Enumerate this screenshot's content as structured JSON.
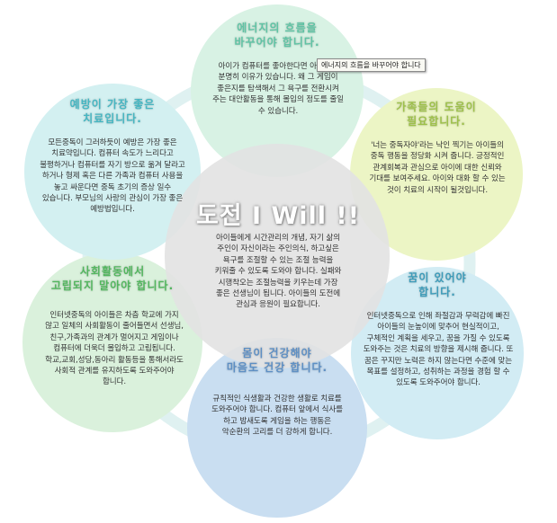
{
  "center": {
    "title": "도전 I Will !!",
    "text": "아이들에게 시간관리의 개념, 자기 삶의 주인이 자신이라는 주인의식, 하고싶은 욕구를 조절할 수 있는 조절 능력을 키워줄 수 있도록 도와야 합니다. 실패와 시행착오는 조절능력을 키우는데 가장 좋은 선생님이 됩니다. 아이들의 도전에 관심과 응원이 필요합니다.",
    "fill": "#e2e2e2"
  },
  "tooltip": "에너지의 흐름을 바꾸어야 합니다",
  "ring_color": "#dff1f1",
  "circles": [
    {
      "id": "top",
      "title": "에너지의 흐름을\n바꾸어야 합니다.",
      "text": "아이가 컴퓨터를 좋아한다면 아이들은 분명히 이유가 있습니다. 왜 그 게임이 좋은지를 탐색해서 그 욕구를 전환시켜 주는 대안활동을 통해 몰입의 정도를 줄일 수 있습니다.",
      "fill": "#d8f2e4",
      "title_color": "#5fc3a4"
    },
    {
      "id": "top-right",
      "title": "가족들의 도움이\n필요합니다.",
      "text": "'너는 중독자야'라는 낙인 찍기는 아이들의 중독 행동을 정당화 시켜 줍니다. 긍정적인 관계회복과 관심으로 아이에 대한 신뢰와 기대를 보여주세요. 아이와 대화 할 수 있는 것이 치료의 시작이 될것입니다.",
      "fill": "#ecf5c5",
      "title_color": "#9dc04a"
    },
    {
      "id": "bottom-right",
      "title": "꿈이 있어야\n합니다.",
      "text": "인터넷중독으로 인해 좌절감과 무력감에 빠진 아이들의 눈높이에 맞추어 현실적이고, 구체적인 계획을 세우고, 꿈을 가질 수 있도록 도와주는 것은 치료의 방향을 제시해 줍니다. 또 꿈은 꾸지만 노력은 하지 않는다면 수준에 맞는 목표를 설정하고, 성취하는 과정을 경험 할 수 있도록 도와주어야 합니다.",
      "fill": "#d2ecf4",
      "title_color": "#3c9bb9"
    },
    {
      "id": "bottom",
      "title": "몸이 건강해야\n마음도 건강 합니다.",
      "text": "규칙적인 식생활과 건강한 생활로 치료를 도와주어야 합니다. 컴퓨터 앞에서 식사를 하고 밤새도록 게임을 하는 행동은 악순환의 고리를 더 강하게 합니다.",
      "fill": "#c9def1",
      "title_color": "#5d8fc4"
    },
    {
      "id": "bottom-left",
      "title": "사회활동에서\n고립되지 말아야 합니다.",
      "text": "인터넷중독의 아이들은 차츰 학교에 가지 않고 일체의 사회활동이 줄어들면서 선생님,친구,가족과의 관계가 멀어지고 게임이나 컴퓨터에 더욱더 몰입하고 고립됩니다. 학교,교회,성당,동아리 활동등을 통해서라도 사회적 관계를 유지하도록 도와주어야 합니다.",
      "fill": "#daf1dc",
      "title_color": "#52b65e"
    },
    {
      "id": "top-left",
      "title": "예방이 가장 좋은\n치료입니다.",
      "text": "모든중독이 그러하듯이 예방은 가장 좋은 치료약입니다. 컴퓨터 속도가 느리다고 불평하거나 컴퓨터를 자기 방으로 옮겨 달라고 하거나 형제 혹은 다른 가족과 컴퓨터 사용을 놓고 싸운다면 중독 초기의 증상 일수 있습니다. 부모님의 사랑의 관심이 가장 좋은 예방법입니다.",
      "fill": "#d3f0f1",
      "title_color": "#46b6c2"
    }
  ]
}
